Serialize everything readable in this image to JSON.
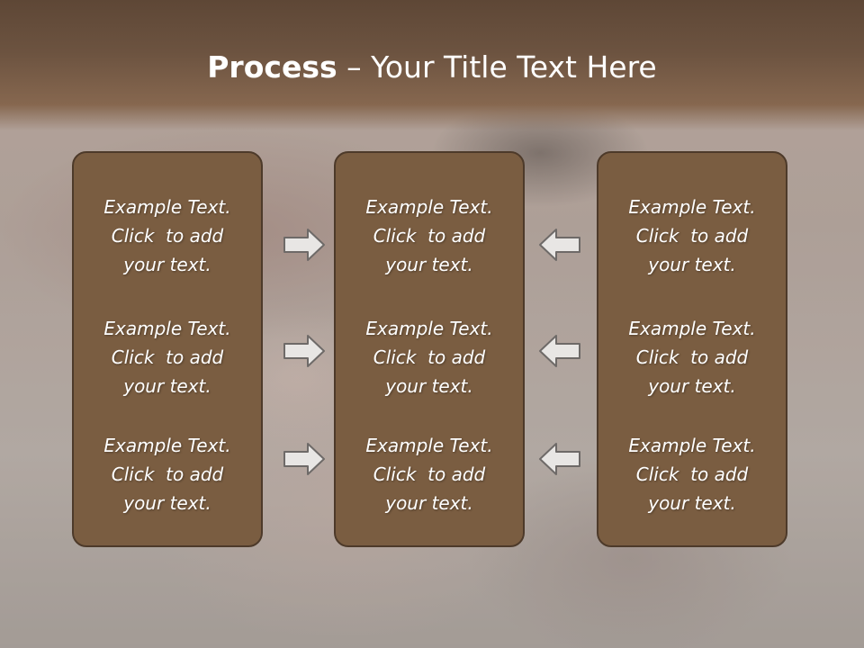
{
  "slide": {
    "title_bold": "Process",
    "title_sep": " – ",
    "title_rest": "Your Title Text Here"
  },
  "columns": [
    {
      "items": [
        {
          "line1": "Example Text.",
          "line2": "Click  to add",
          "line3": "your text."
        },
        {
          "line1": "Example Text.",
          "line2": "Click  to add",
          "line3": "your text."
        },
        {
          "line1": "Example Text.",
          "line2": "Click  to add",
          "line3": "your text."
        }
      ]
    },
    {
      "items": [
        {
          "line1": "Example Text.",
          "line2": "Click  to add",
          "line3": "your text."
        },
        {
          "line1": "Example Text.",
          "line2": "Click  to add",
          "line3": "your text."
        },
        {
          "line1": "Example Text.",
          "line2": "Click  to add",
          "line3": "your text."
        }
      ]
    },
    {
      "items": [
        {
          "line1": "Example Text.",
          "line2": "Click  to add",
          "line3": "your text."
        },
        {
          "line1": "Example Text.",
          "line2": "Click  to add",
          "line3": "your text."
        },
        {
          "line1": "Example Text.",
          "line2": "Click  to add",
          "line3": "your text."
        }
      ]
    }
  ],
  "arrows": {
    "left_group": "right-arrow-icon",
    "right_group": "left-arrow-icon"
  },
  "colors": {
    "panel_fill": "#7a5d41",
    "panel_border": "#4d3a2a",
    "title_bar": "#6c5340"
  }
}
